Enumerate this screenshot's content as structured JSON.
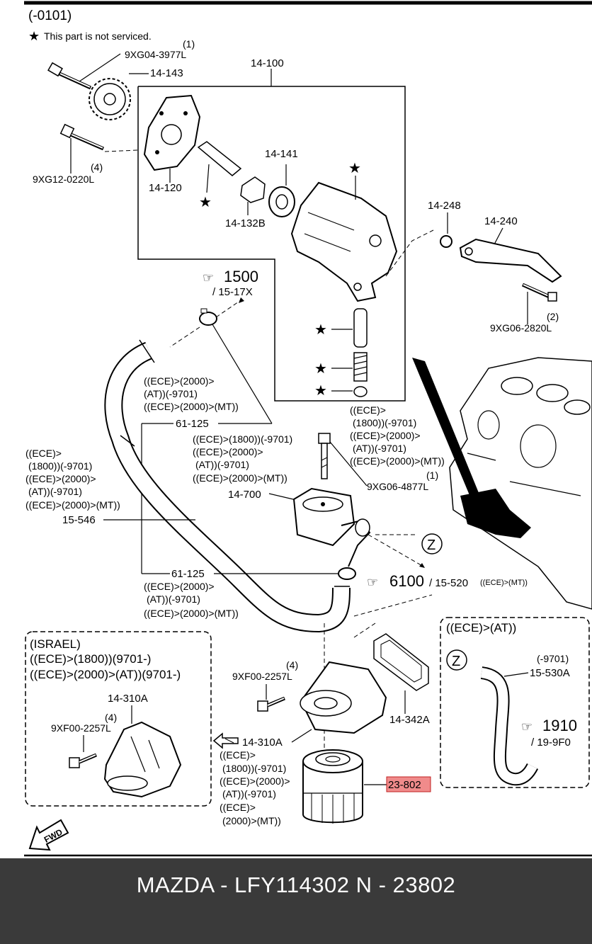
{
  "header": {
    "range": "(-0101)",
    "note": "This part is not serviced."
  },
  "labels": {
    "bolt_top_qty": "(1)",
    "bolt_top": "9XG04-3977L",
    "sprocket": "14-143",
    "pump_assy": "14-100",
    "bolt_left_qty": "(4)",
    "bolt_left": "9XG12-0220L",
    "pump_body": "14-120",
    "rotor": "14-141",
    "shaft": "14-132B",
    "oring": "14-248",
    "bracket": "14-240",
    "bolt_right_qty": "(2)",
    "bolt_right": "9XG06-2820L",
    "ref1500_num": "1500",
    "ref1500_sub": "/ 15-17X",
    "cond1_a": "((ECE)>(2000)>",
    "cond1_b": "(AT))(-9701)",
    "cond1_c": "((ECE)>(2000)>(MT))",
    "hose_clamp_upper": "61-125",
    "cond2_a": "((ECE)>",
    "cond2_b": "(1800))(-9701)",
    "cond2_c": "((ECE)>(2000)>",
    "cond2_d": "(AT))(-9701)",
    "cond2_e": "((ECE)>(2000)>(MT))",
    "cond3_a": "((ECE)>(1800))(-9701)",
    "cond3_b": "((ECE)>(2000)>",
    "cond3_c": "(AT))(-9701)",
    "cond3_d": "((ECE)>(2000)>(MT))",
    "cond4_a": "((ECE)>",
    "cond4_b": "(1800))(-9701)",
    "cond4_c": "((ECE)>(2000)>",
    "cond4_d": "(AT))(-9701)",
    "cond4_e": "((ECE)>(2000)>(MT))",
    "bolt_center_qty": "(1)",
    "bolt_center": "9XG06-4877L",
    "cooler": "14-700",
    "hose": "15-546",
    "zone_z": "Z",
    "hose_clamp_lower": "61-125",
    "cond5_a": "((ECE)>(2000)>",
    "cond5_b": "(AT))(-9701)",
    "cond5_c": "((ECE)>(2000)>(MT))",
    "ref6100_num": "6100",
    "ref6100_sub": "/ 15-520",
    "ref6100_cond": "((ECE)>(MT))",
    "israel_1": "(ISRAEL)",
    "israel_2": "((ECE)>(1800))(9701-)",
    "israel_3": "((ECE)>(2000)>(AT))(9701-)",
    "israel_part": "14-310A",
    "israel_bolt_qty": "(4)",
    "israel_bolt": "9XF00-2257L",
    "bolt_lower_qty": "(4)",
    "bolt_lower": "9XF00-2257L",
    "gasket": "14-342A",
    "filter_body_ref": "14-310A",
    "cond6_a": "((ECE)>",
    "cond6_b": "(1800))(-9701)",
    "cond6_c": "((ECE)>(2000)>",
    "cond6_d": "(AT))(-9701)",
    "cond6_e": "((ECE)>",
    "cond6_f": "(2000)>(MT))",
    "filter": "23-802",
    "at_box_title": "((ECE)>(AT))",
    "at_zone": "Z",
    "at_range": "(-9701)",
    "at_hose": "15-530A",
    "ref1910_num": "1910",
    "ref1910_sub": "/ 19-9F0",
    "fwd": "FWD"
  },
  "footer": {
    "title": "MAZDA - LFY114302   N - 23802"
  },
  "colors": {
    "highlight": "#f08b8b",
    "footer_bg": "#3a3a3a",
    "line": "#000000"
  }
}
